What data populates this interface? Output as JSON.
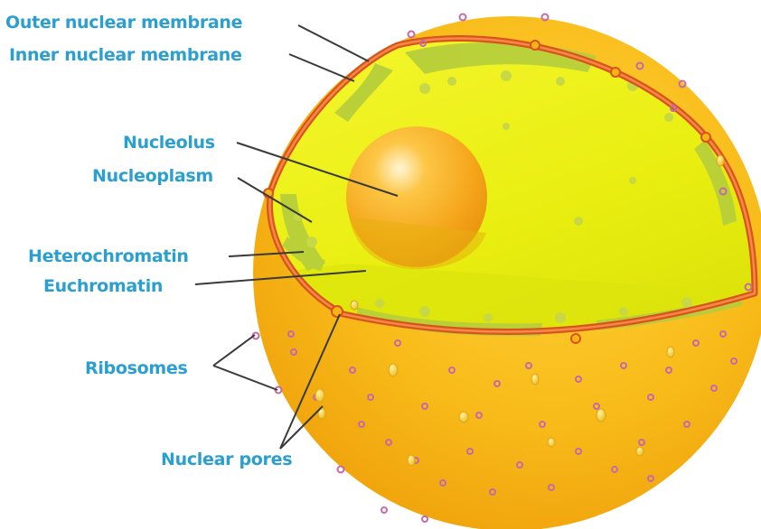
{
  "diagram": {
    "labels": {
      "outer_membrane": "Outer nuclear membrane",
      "inner_membrane": "Inner nuclear membrane",
      "nucleolus": "Nucleolus",
      "nucleoplasm": "Nucleoplasm",
      "heterochromatin": "Heterochromatin",
      "euchromatin": "Euchromatin",
      "ribosomes": "Ribosomes",
      "nuclear_pores": "Nuclear pores"
    }
  },
  "colors": {
    "label_text": "#2a9fd0",
    "leader_line": "#3a3a3a",
    "nucleus_fill": "#f6b515",
    "nucleus_shadow": "#ee9a08",
    "cutaway_fill": "#e6ec10",
    "chromatin": "#b8cf3a",
    "membrane": "#e25d24",
    "nucleolus": "#f7a51a",
    "ribosome": "#c56aa8",
    "pore_granule": "#f3cd34"
  }
}
